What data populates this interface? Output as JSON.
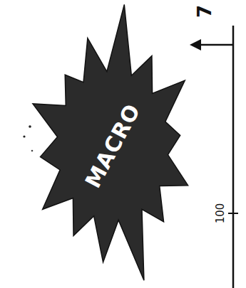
{
  "diagram": {
    "nodes": [
      {
        "text": [
          "MACRO"
        ]
      }
    ],
    "labels": [
      "7",
      "100"
    ]
  }
}
